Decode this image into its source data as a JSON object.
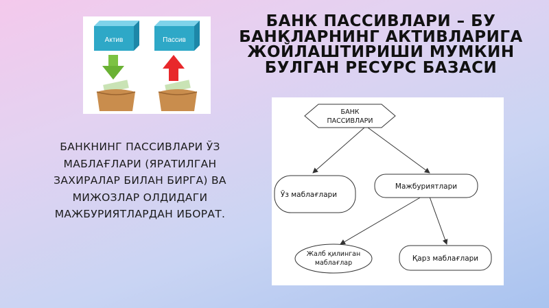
{
  "slide": {
    "title": "БАНК ПАССИВЛАРИ – БУ БАНКЛАРНИНГ АКТИВЛАРИГА ЖОЙЛАШТИРИШИ МУМКИН БУЛГАН РЕСУРС БАЗАСИ",
    "body": "БАНКНИНГ ПАССИВЛАРИ ЎЗ МАБЛАҒЛАРИ (ЯРАТИЛГАН ЗАХИРАЛАР БИЛАН БИРГА) ВА МИЖОЗЛАР ОЛДИДАГИ МАЖБУРИЯТЛАРДАН ИБОРАТ."
  },
  "illustration": {
    "aktiv_label": "Актив",
    "passiv_label": "Пассив",
    "aktiv_color": "#2ea8c7",
    "passiv_color": "#2ea8c7",
    "down_arrow_color": "#7cc242",
    "up_arrow_color": "#e8282b",
    "icons": [
      "cube-icon",
      "arrow-down-icon",
      "arrow-up-icon",
      "money-pocket-icon"
    ]
  },
  "diagram": {
    "root": {
      "line1": "БАНК",
      "line2": "ПАССИВЛАРИ"
    },
    "own_funds": "Ўз маблағлари",
    "liabilities": "Мажбуриятлари",
    "attracted": {
      "line1": "Жалб қилинган",
      "line2": "маблағлар"
    },
    "borrowed": "Қарз маблағлари"
  }
}
